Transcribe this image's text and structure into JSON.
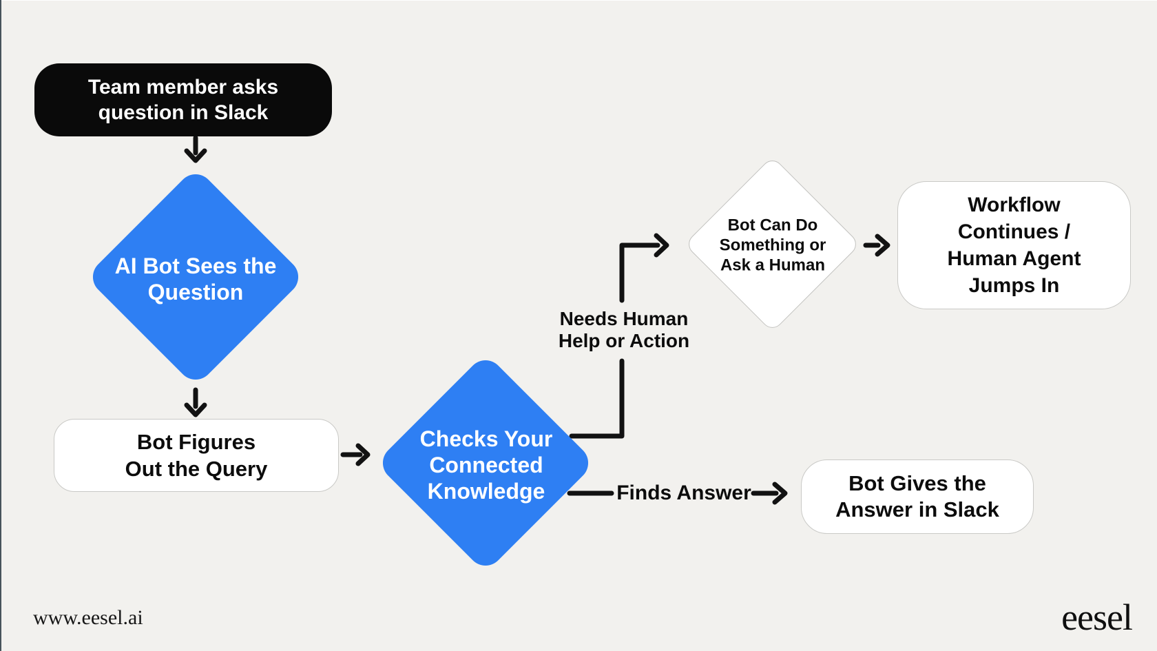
{
  "page": {
    "background_color": "#f2f1ee",
    "left_edge_color": "#47535b"
  },
  "flowchart": {
    "colors": {
      "accent_blue": "#2e7ff3",
      "node_black": "#0a0a0a",
      "node_white": "#ffffff",
      "node_border_gray": "#c9c9c6",
      "connector_black": "#121212",
      "text_dark": "#0c0c0c",
      "text_light": "#ffffff"
    },
    "nodes": [
      {
        "id": "start",
        "shape": "rounded-rect",
        "fill": "black",
        "lines": [
          "Team member asks",
          "question in Slack"
        ]
      },
      {
        "id": "ai-bot-sees",
        "shape": "diamond",
        "fill": "blue",
        "lines": [
          "AI Bot Sees the",
          "Question"
        ]
      },
      {
        "id": "bot-figures",
        "shape": "rounded-rect",
        "fill": "white",
        "lines": [
          "Bot Figures",
          "Out the Query"
        ]
      },
      {
        "id": "checks-knowledge",
        "shape": "diamond",
        "fill": "blue",
        "lines": [
          "Checks Your",
          "Connected",
          "Knowledge"
        ]
      },
      {
        "id": "bot-can-do",
        "shape": "diamond",
        "fill": "white",
        "lines": [
          "Bot Can Do",
          "Something or",
          "Ask a Human"
        ]
      },
      {
        "id": "workflow-continues",
        "shape": "rounded-rect",
        "fill": "white",
        "lines": [
          "Workflow",
          "Continues /",
          "Human Agent",
          "Jumps In"
        ]
      },
      {
        "id": "bot-gives-answer",
        "shape": "rounded-rect",
        "fill": "white",
        "lines": [
          "Bot Gives the",
          "Answer in Slack"
        ]
      }
    ],
    "edge_labels": [
      {
        "id": "needs-human",
        "lines": [
          "Needs Human",
          "Help or Action"
        ]
      },
      {
        "id": "finds-answer",
        "lines": [
          "Finds Answer"
        ]
      }
    ]
  },
  "footer": {
    "website": "www.eesel.ai",
    "brand": "eesel"
  }
}
